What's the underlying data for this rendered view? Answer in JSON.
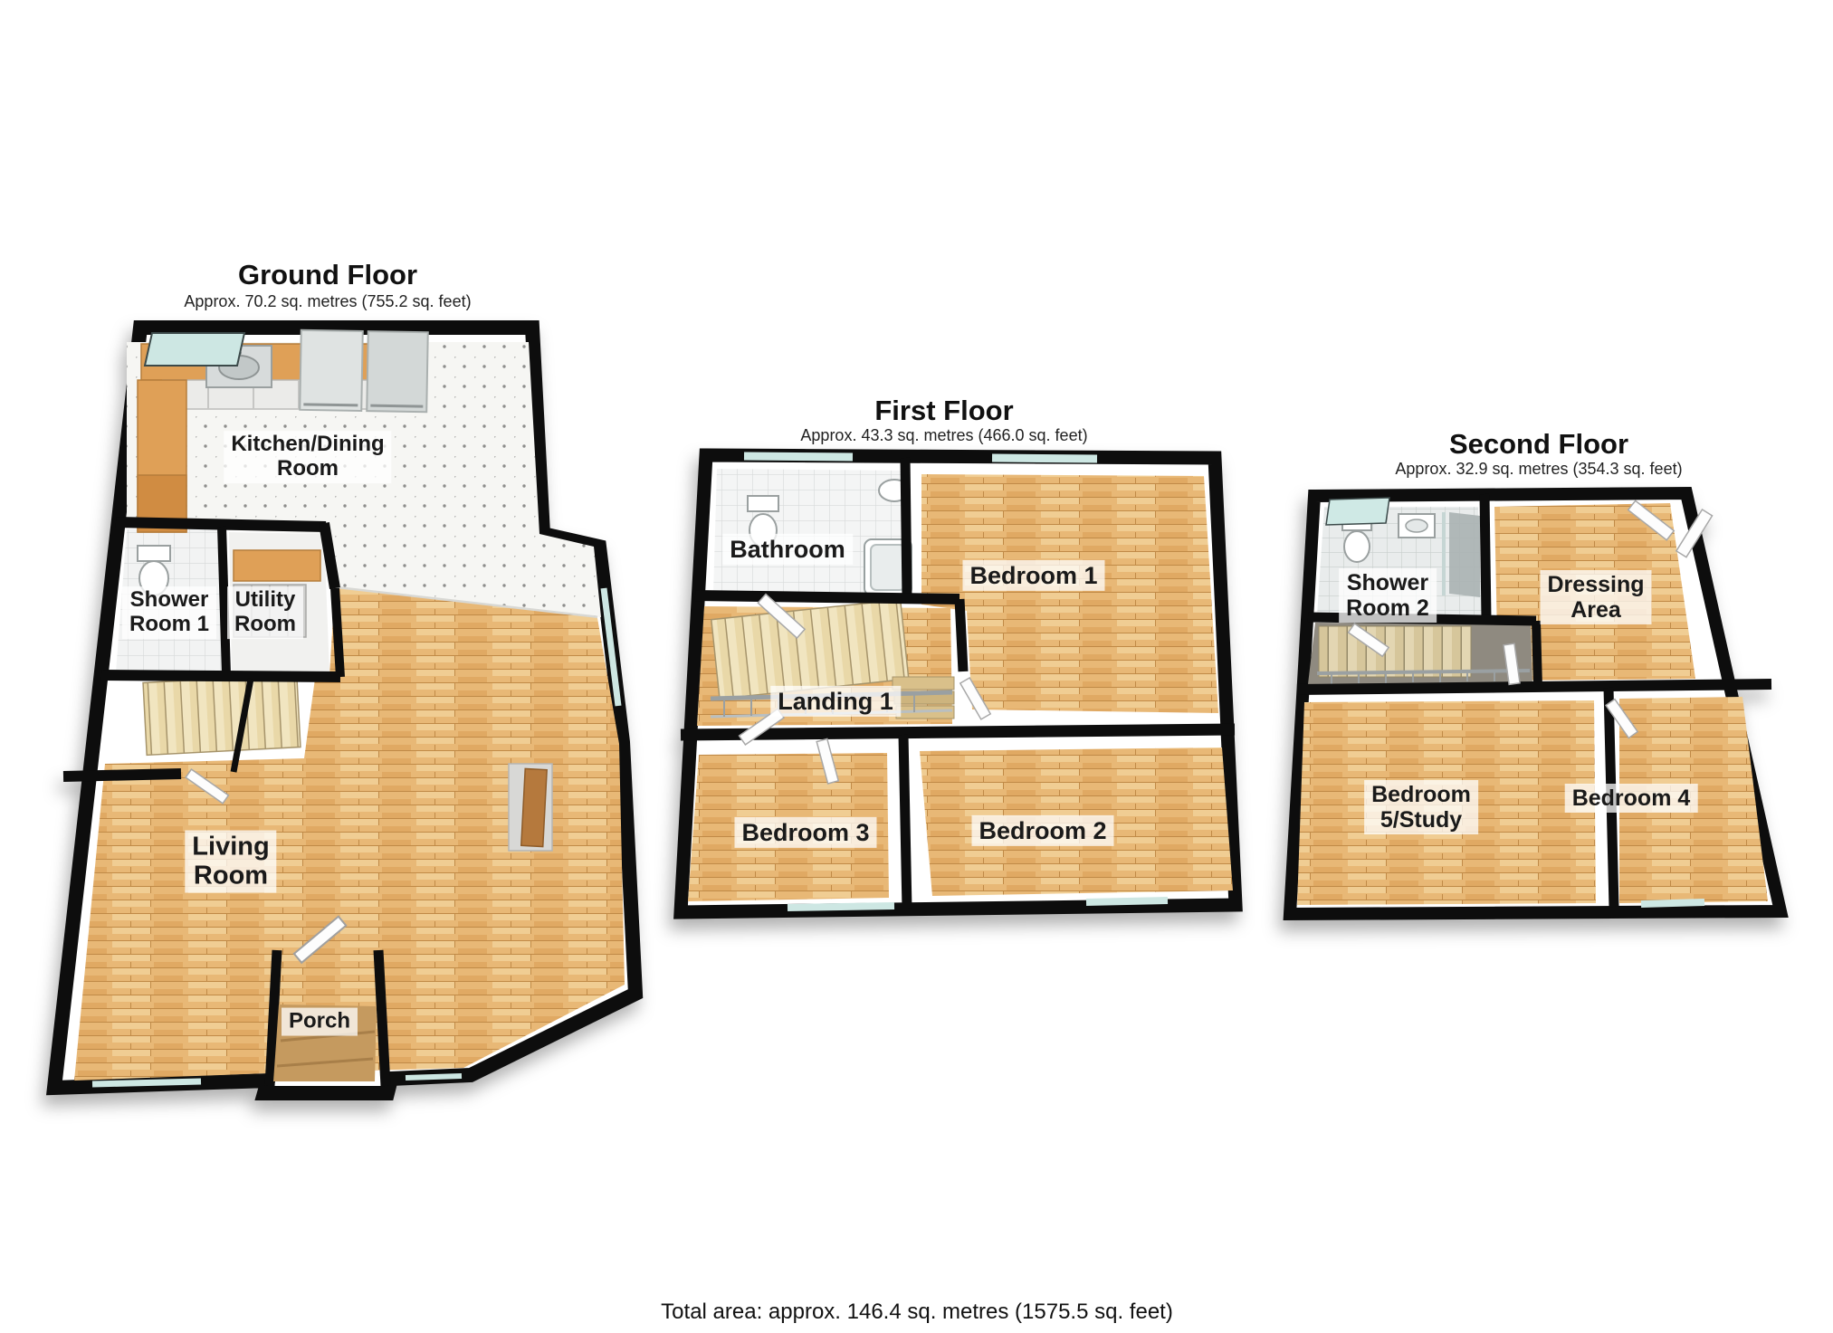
{
  "page": {
    "background": "#ffffff",
    "total_area_label": "Total area: approx. 146.4 sq. metres (1575.5 sq. feet)"
  },
  "floors": [
    {
      "id": "ground-floor",
      "title": "Ground Floor",
      "subtitle": "Approx. 70.2 sq. metres (755.2 sq. feet)",
      "rooms": [
        {
          "id": "kitchen-dining-room",
          "label": "Kitchen/Dining\nRoom"
        },
        {
          "id": "shower-room-1",
          "label": "Shower\nRoom 1"
        },
        {
          "id": "utility-room",
          "label": "Utility\nRoom"
        },
        {
          "id": "living-room",
          "label": "Living\nRoom"
        },
        {
          "id": "porch",
          "label": "Porch"
        }
      ]
    },
    {
      "id": "first-floor",
      "title": "First Floor",
      "subtitle": "Approx. 43.3 sq. metres (466.0 sq. feet)",
      "rooms": [
        {
          "id": "bathroom",
          "label": "Bathroom"
        },
        {
          "id": "bedroom-1",
          "label": "Bedroom 1"
        },
        {
          "id": "landing-1",
          "label": "Landing 1"
        },
        {
          "id": "bedroom-3",
          "label": "Bedroom 3"
        },
        {
          "id": "bedroom-2",
          "label": "Bedroom 2"
        }
      ]
    },
    {
      "id": "second-floor",
      "title": "Second Floor",
      "subtitle": "Approx. 32.9 sq. metres (354.3 sq. feet)",
      "rooms": [
        {
          "id": "shower-room-2",
          "label": "Shower\nRoom 2"
        },
        {
          "id": "dressing-area",
          "label": "Dressing\nArea"
        },
        {
          "id": "bedroom-5-study",
          "label": "Bedroom\n5/Study"
        },
        {
          "id": "bedroom-4",
          "label": "Bedroom 4"
        }
      ]
    }
  ],
  "colors": {
    "wall": "#0d0d0d",
    "wood_floor": "#e8b876",
    "stair": "#e9d8a8",
    "counter": "#dfa057",
    "glass": "#cde7e3",
    "label_text": "#1a1a1a"
  }
}
